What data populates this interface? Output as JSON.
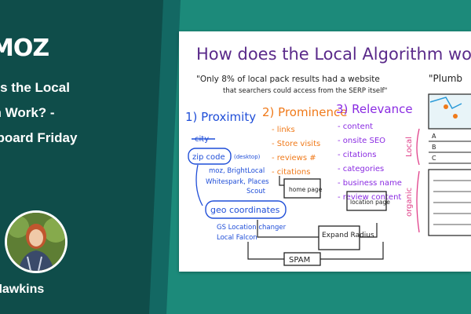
{
  "brand": {
    "logo_text": "MOZ"
  },
  "post": {
    "title_lines": [
      "Does the Local",
      "ithm Work? -",
      "eboard Friday"
    ],
    "author": "y Hawkins"
  },
  "whiteboard": {
    "heading": "How does the Local Algorithm work",
    "quote_line1": "\"Only 8% of local pack results had a website",
    "quote_line2": "that searchers could access from the SERP itself\"",
    "col1": {
      "title": "1) Proximity",
      "city": "city",
      "zip": "zip code",
      "desktop": "(desktop)",
      "tools1": "moz, BrightLocal",
      "tools2": "Whitespark, Places",
      "tools3": "Scout",
      "geo": "geo coordinates",
      "gs": "GS Location changer",
      "falcon": "Local Falcon"
    },
    "col2": {
      "title": "2) Prominence",
      "items": [
        "- links",
        "- Store visits",
        "- reviews #",
        "- citations"
      ],
      "box": "home page"
    },
    "col3": {
      "title": "3) Relevance",
      "items": [
        "- content",
        "- onsite SEO",
        "- citations",
        "- categories",
        "- business name",
        "- review content"
      ],
      "box": "location page"
    },
    "expand": "Expand Radius",
    "spam": "SPAM",
    "serp": {
      "query": "\"Plumb",
      "local_label": "Local",
      "organic_label": "organic",
      "pack": [
        "A",
        "B",
        "C"
      ]
    }
  },
  "colors": {
    "heading": "#5a2a8a",
    "blue": "#1f4ed8",
    "orange": "#f07a1a",
    "purple": "#8a2be2",
    "pink": "#e0408a",
    "black": "#222222"
  }
}
